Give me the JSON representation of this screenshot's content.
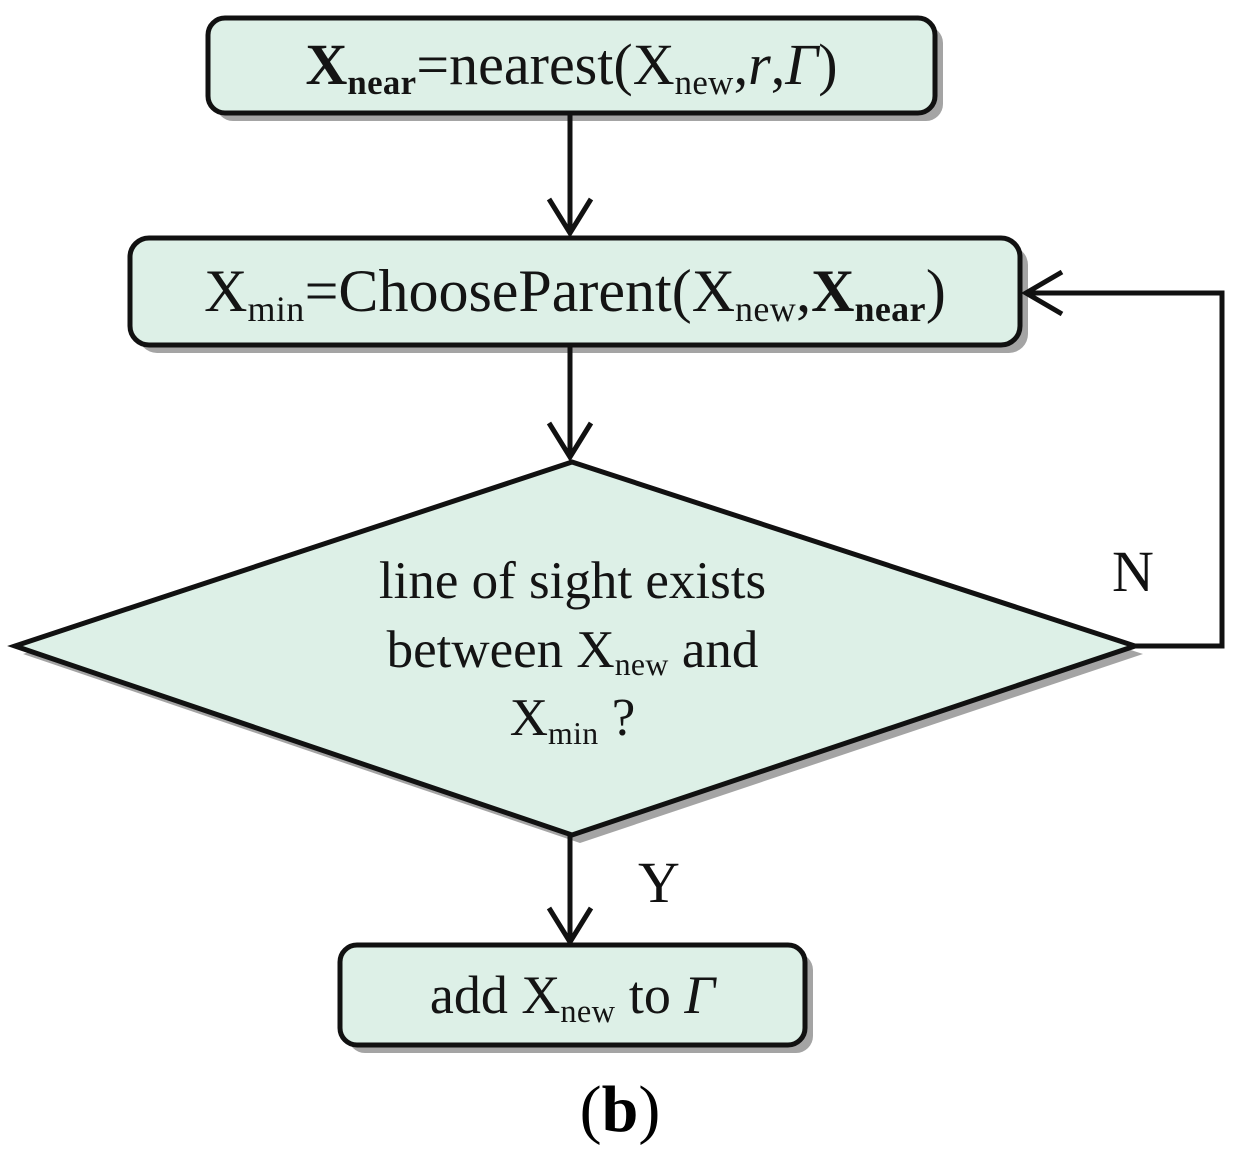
{
  "figure": {
    "caption": "(b)",
    "caption_open_paren": "(",
    "caption_letter": "b",
    "caption_close_paren": ")"
  },
  "style": {
    "node_fill": "#ddf0e7",
    "node_stroke": "#111111",
    "shadow": "#8c8c8c",
    "background": "#ffffff",
    "text_color": "#141414"
  },
  "nodes": [
    {
      "id": "nearest",
      "shape": "rounded-rect",
      "text_plain": "Xnear=nearest(Xnew,r,Γ)",
      "parts": {
        "lhs_var": "X",
        "lhs_sub": "near",
        "equals": "=",
        "fn": "nearest(",
        "arg1_var": "X",
        "arg1_sub": "new",
        "comma1": ",",
        "arg2": "r",
        "comma2": ",",
        "arg3": "Γ",
        "close": ")"
      }
    },
    {
      "id": "chooseparent",
      "shape": "rounded-rect",
      "text_plain": "Xmin=ChooseParent(Xnew,Xnear)",
      "parts": {
        "lhs_var": "X",
        "lhs_sub": "min",
        "equals": "=",
        "fn": "ChooseParent(",
        "arg1_var": "X",
        "arg1_sub": "new",
        "comma1": ",",
        "arg2_var": "X",
        "arg2_sub": "near",
        "close": ")"
      }
    },
    {
      "id": "lineofsight",
      "shape": "diamond",
      "text_plain": "line of sight exists between Xnew and Xmin ?",
      "parts": {
        "line1": "line of sight exists",
        "line2_a": "between ",
        "line2_var": "X",
        "line2_sub": "new",
        "line2_b": " and",
        "line3_var": "X",
        "line3_sub": "min",
        "line3_q": " ?"
      }
    },
    {
      "id": "addnew",
      "shape": "rounded-rect",
      "text_plain": "add Xnew to Γ",
      "parts": {
        "lead": "add ",
        "var": "X",
        "sub": "new",
        "mid": " to ",
        "gamma": "Γ"
      }
    }
  ],
  "edges": [
    {
      "id": "e1",
      "from": "nearest",
      "to": "chooseparent",
      "label": ""
    },
    {
      "id": "e2",
      "from": "chooseparent",
      "to": "lineofsight",
      "label": ""
    },
    {
      "id": "e3",
      "from": "lineofsight",
      "to": "addnew",
      "label": "Y"
    },
    {
      "id": "e4",
      "from": "lineofsight",
      "to": "chooseparent",
      "label": "N"
    }
  ],
  "labels": {
    "yes": "Y",
    "no": "N"
  }
}
